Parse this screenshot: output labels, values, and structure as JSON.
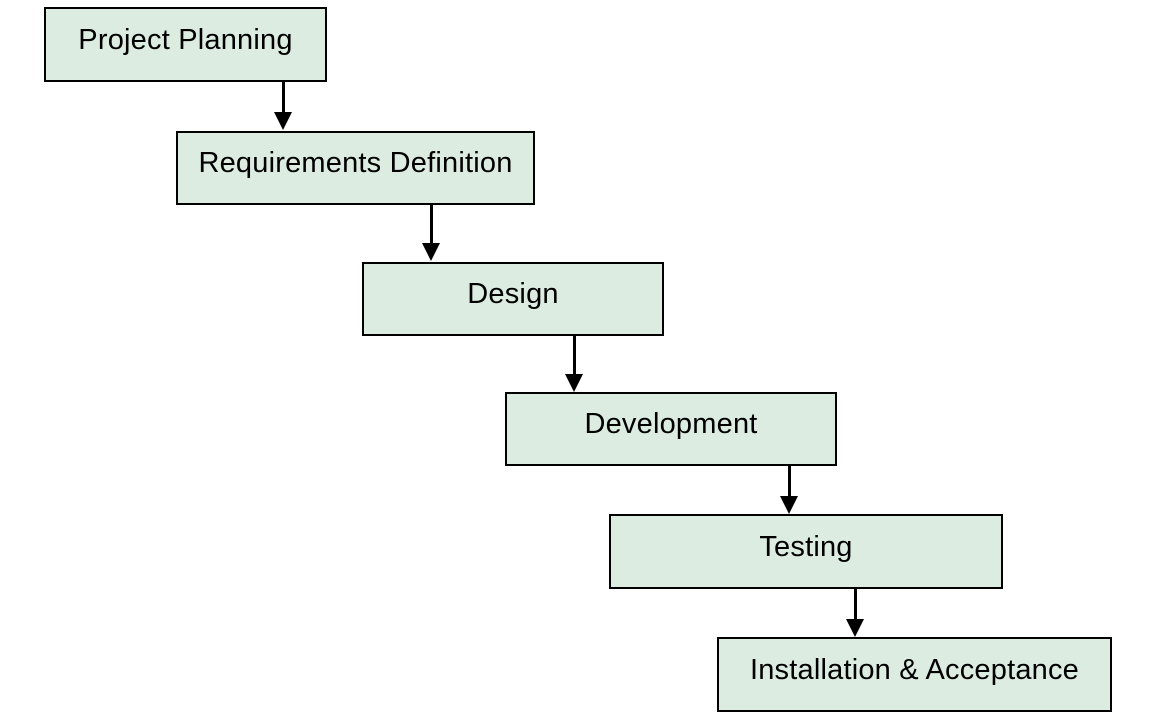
{
  "diagram": {
    "type": "process-flow-waterfall",
    "nodes": [
      {
        "id": "project-planning",
        "label": "Project Planning"
      },
      {
        "id": "requirements-definition",
        "label": "Requirements Definition"
      },
      {
        "id": "design",
        "label": "Design"
      },
      {
        "id": "development",
        "label": "Development"
      },
      {
        "id": "testing",
        "label": "Testing"
      },
      {
        "id": "installation-acceptance",
        "label": "Installation & Acceptance"
      }
    ],
    "edges": [
      {
        "from": "project-planning",
        "to": "requirements-definition",
        "style": "solid-arrow-down"
      },
      {
        "from": "requirements-definition",
        "to": "design",
        "style": "solid-arrow-down"
      },
      {
        "from": "design",
        "to": "development",
        "style": "solid-arrow-down"
      },
      {
        "from": "development",
        "to": "testing",
        "style": "solid-arrow-down"
      },
      {
        "from": "testing",
        "to": "installation-acceptance",
        "style": "solid-arrow-down"
      }
    ],
    "colors": {
      "node_fill": "#dcece0",
      "node_border": "#000000",
      "arrow": "#000000",
      "text": "#000000",
      "background": "#ffffff"
    }
  }
}
